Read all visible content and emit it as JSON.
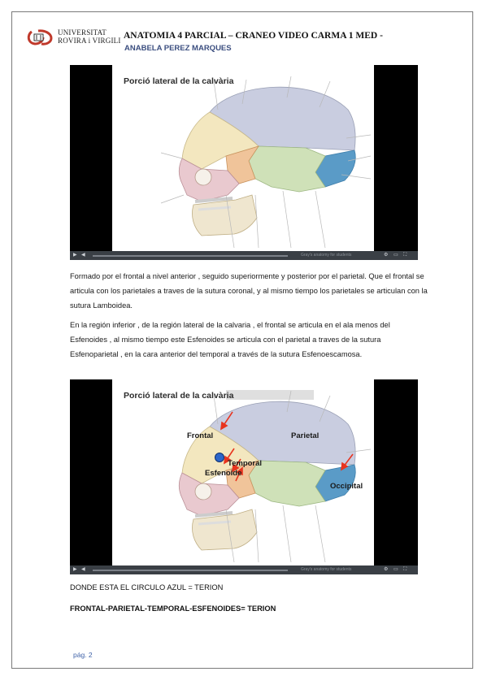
{
  "header": {
    "logo_line1": "UNIVERSITAT",
    "logo_line2": "ROVIRA i VIRGILI",
    "title": "ANATOMIA 4 PARCIAL – CRANEO VIDEO CARMA 1 MED -",
    "author": "ANABELA PEREZ MARQUES"
  },
  "video1": {
    "slide_title": "Porció lateral de la calvària",
    "watermark": "Gray's anatomy for students"
  },
  "paragraphs": [
    "Formado por el frontal a nivel anterior , seguido superiormente y posterior por el parietal. Que el frontal se articula con los parietales a traves de la sutura coronal, y al mismo tiempo los parietales se articulan con la sutura Lamboidea.",
    "En la región inferior , de la región lateral de la calvaria , el frontal se articula en el ala menos del Esfenoides , al mismo tiempo este Esfenoides se articula con el parietal a traves de la sutura Esfenoparietal , en la cara anterior del temporal a través de la sutura Esfenoescamosa."
  ],
  "video2": {
    "slide_title": "Porció lateral de la calvària",
    "watermark": "Gray's anatomy for students",
    "labels": {
      "frontal": "Frontal",
      "parietal": "Parietal",
      "temporal": "Temporal",
      "esfenoide": "Esfenoide",
      "occipital": "Occipital"
    }
  },
  "captions": {
    "line1": "DONDE ESTA EL CIRCULO AZUL = TERION",
    "line2": "FRONTAL-PARIETAL-TEMPORAL-ESFENOIDES= TERION"
  },
  "footer": {
    "page_number": "pág. 2"
  },
  "colors": {
    "frontal": "#f3e7bf",
    "parietal": "#c9cde0",
    "temporal": "#cfe1b8",
    "occipital": "#5a9bc7",
    "sphenoid": "#f0c49a",
    "face": "#e9c9cf",
    "arrow": "#e8341f",
    "pterion": "#2c66c9",
    "author": "#3c4f80",
    "page_number": "#3f62a8"
  }
}
